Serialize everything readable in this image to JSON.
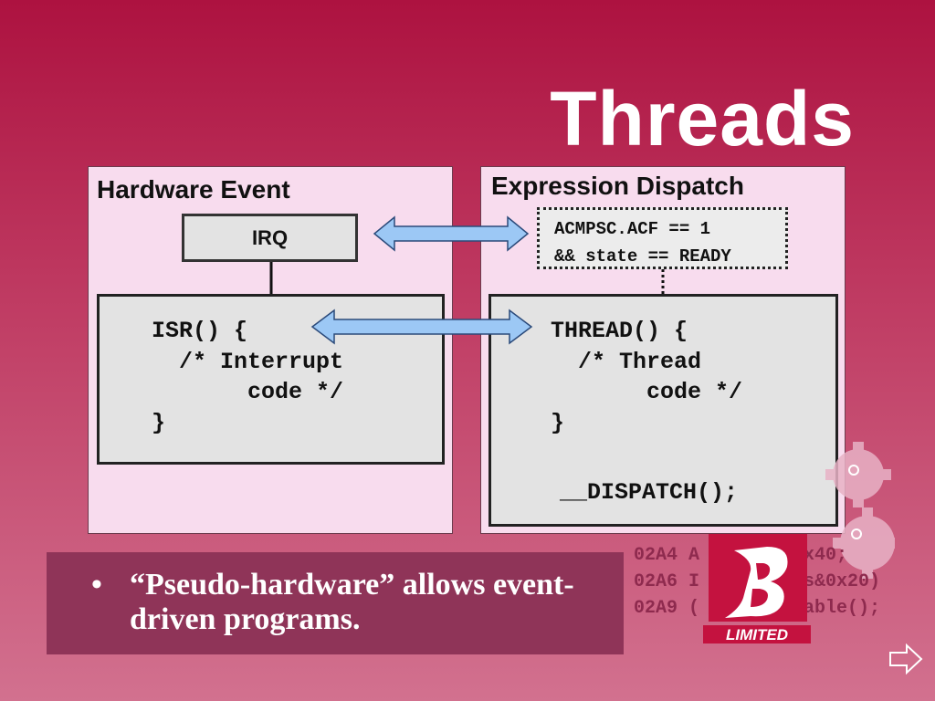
{
  "slide": {
    "title": "Threads"
  },
  "left_panel": {
    "heading": "Hardware Event",
    "irq_label": "IRQ",
    "code_lines": [
      "ISR() {",
      "  /* Interrupt",
      "       code */",
      "}"
    ]
  },
  "right_panel": {
    "heading": "Expression Dispatch",
    "condition_lines": [
      "ACMPSC.ACF == 1",
      "&& state == READY"
    ],
    "code_lines": [
      "THREAD() {",
      "  /* Thread",
      "       code */",
      "}"
    ],
    "dispatch_call": "__DISPATCH();"
  },
  "bullet": {
    "marker": "•",
    "text": "“Pseudo-hardware” allows event-driven programs."
  },
  "background_code": {
    "lines": [
      "02A4 A",
      "02A6 I",
      "02A9 ("
    ],
    "tails": [
      "x40;",
      "s&0x20)",
      "able();"
    ]
  },
  "logo": {
    "letter": "B",
    "caption": "LIMITED",
    "colors": {
      "red": "#c4123f",
      "white": "#ffffff"
    }
  },
  "colors": {
    "background_top": "#ad1240",
    "background_bottom": "#d2718f",
    "panel": "#f8dcee",
    "code_box": "#e3e3e3",
    "arrow_fill": "#9cc8f5",
    "bullet_box": "#8f3458"
  }
}
